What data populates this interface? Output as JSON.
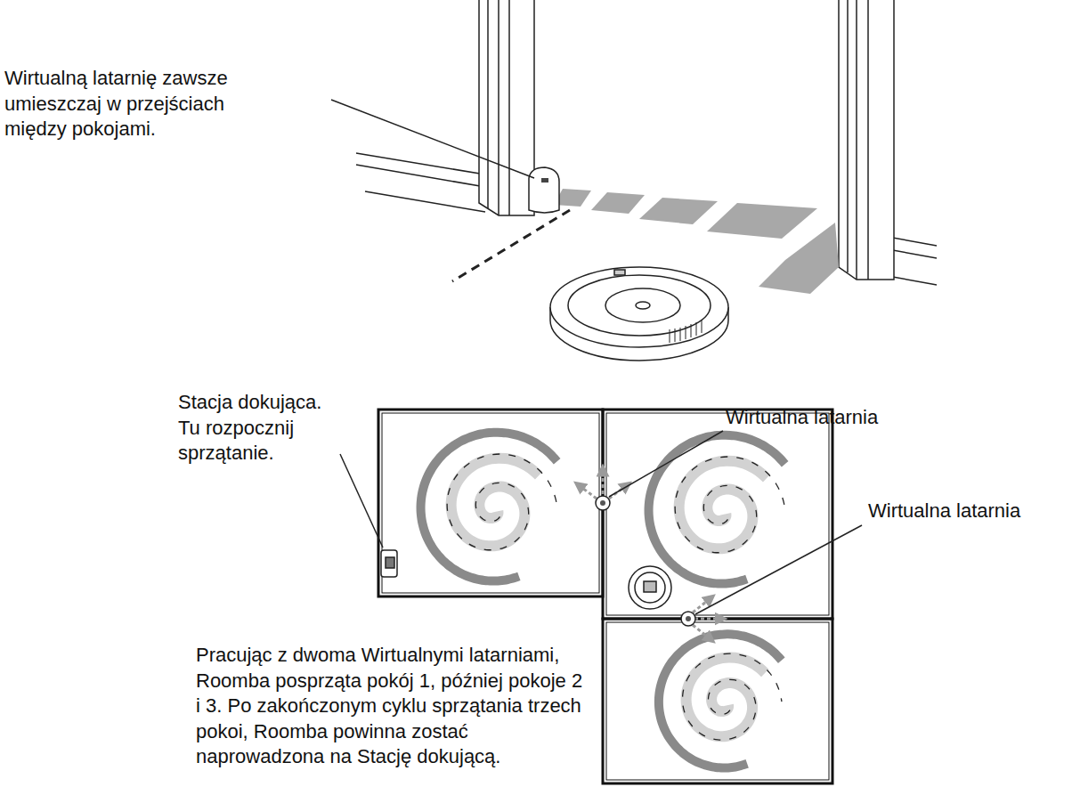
{
  "diagram": {
    "labels": [
      "Wirtualną latarnię zawsze umieszczaj w przejściach między pokojami.",
      "Stacja dokująca. Tu rozpocznij sprzątanie.",
      "Wirtualna latarnia",
      "Wirtualna latarnia",
      "Pracując z dwoma Wirtualnymi latarniami, Roomba posprząta pokój 1, później pokoje 2 i 3. Po zakończonym cyklu sprzątania trzech pokoi, Roomba powinna zostać naprowadzona na Stację dokującą."
    ]
  }
}
